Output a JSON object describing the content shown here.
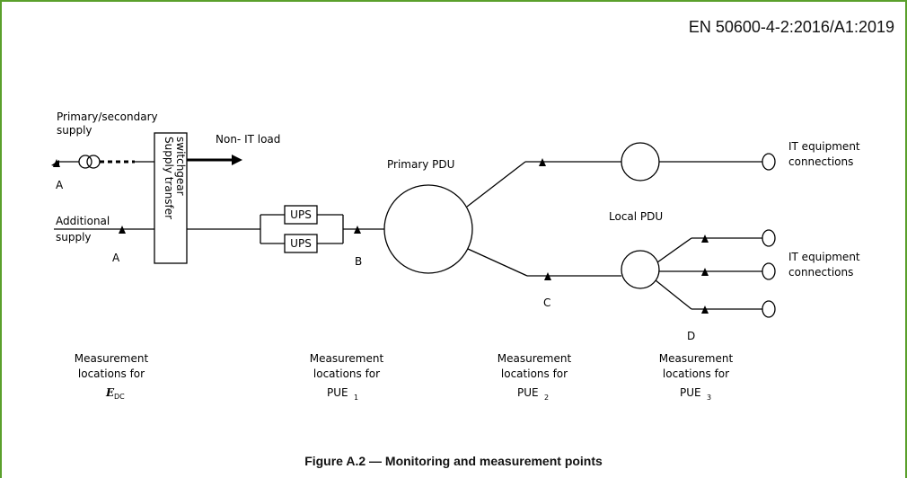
{
  "header": {
    "standard": "EN 50600-4-2:2016/A1:2019"
  },
  "diagram": {
    "primary_supply": [
      "Primary/secondary",
      "supply"
    ],
    "additional_supply": [
      "Additional",
      "supply"
    ],
    "switchgear": [
      "Supply transfer",
      "switchgear"
    ],
    "non_it_load": "Non- IT load",
    "ups_top": "UPS",
    "ups_bottom": "UPS",
    "primary_pdu": "Primary PDU",
    "local_pdu": "Local PDU",
    "it_equipment_top": [
      "IT equipment",
      "connections"
    ],
    "it_equipment_bottom": [
      "IT equipment",
      "connections"
    ],
    "point_a_upper": "A",
    "point_a_lower": "A",
    "point_b": "B",
    "point_c": "C",
    "point_d": "D",
    "loc_edc": {
      "line1": "Measurement",
      "line2": "locations for",
      "symbol": "E",
      "sub": "DC"
    },
    "loc_pue1": {
      "line1": "Measurement",
      "line2": "locations for",
      "symbol": "PUE",
      "sub": "1"
    },
    "loc_pue2": {
      "line1": "Measurement",
      "line2": "locations for",
      "symbol": "PUE",
      "sub": "2"
    },
    "loc_pue3": {
      "line1": "Measurement",
      "line2": "locations for",
      "symbol": "PUE",
      "sub": "3"
    }
  },
  "caption": "Figure A.2 — Monitoring and measurement points",
  "colors": {
    "frame": "#5aa02c",
    "ink": "#000000"
  }
}
